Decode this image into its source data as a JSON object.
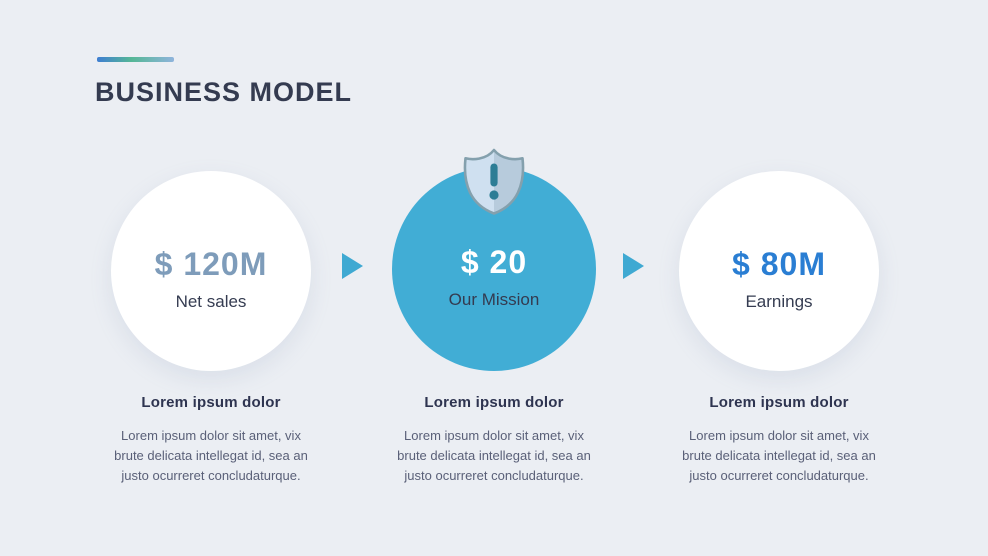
{
  "slide": {
    "title": "BUSINESS MODEL"
  },
  "colors": {
    "background": "#ebeef3",
    "title_text": "#343b50",
    "accent_gradient": [
      "#3f7ed2",
      "#55b796",
      "#8fb4dc"
    ],
    "primary_blue": "#41add5",
    "arrow_blue": "#3fa9d2",
    "value_muted_blue": "#7e9cba",
    "value_bright_blue": "#2a7ed3",
    "dark_navy": "#343b50",
    "body_text": "#5a6078",
    "shield_outline": "#84a0ad",
    "shield_fill_left": "#cfe0f0",
    "shield_fill_right": "#b7cbdc",
    "shield_exclamation": "#2d7d95"
  },
  "icons": {
    "shield": "shield-exclamation-icon",
    "arrow": "arrow-right-icon"
  },
  "items": [
    {
      "value": "$ 120M",
      "label": "Net sales",
      "heading": "Lorem ipsum dolor",
      "body_lines": [
        "Lorem ipsum dolor sit amet, vix",
        "brute delicata intellegat id, sea an",
        "justo ocurreret concludaturque."
      ]
    },
    {
      "value": "$ 20",
      "label": "Our Mission",
      "heading": "Lorem ipsum dolor",
      "body_lines": [
        "Lorem ipsum dolor sit amet, vix",
        "brute delicata intellegat id, sea an",
        "justo ocurreret concludaturque."
      ]
    },
    {
      "value": "$ 80M",
      "label": "Earnings",
      "heading": "Lorem ipsum dolor",
      "body_lines": [
        "Lorem ipsum dolor sit amet, vix",
        "brute delicata intellegat id, sea an",
        "justo ocurreret concludaturque."
      ]
    }
  ]
}
